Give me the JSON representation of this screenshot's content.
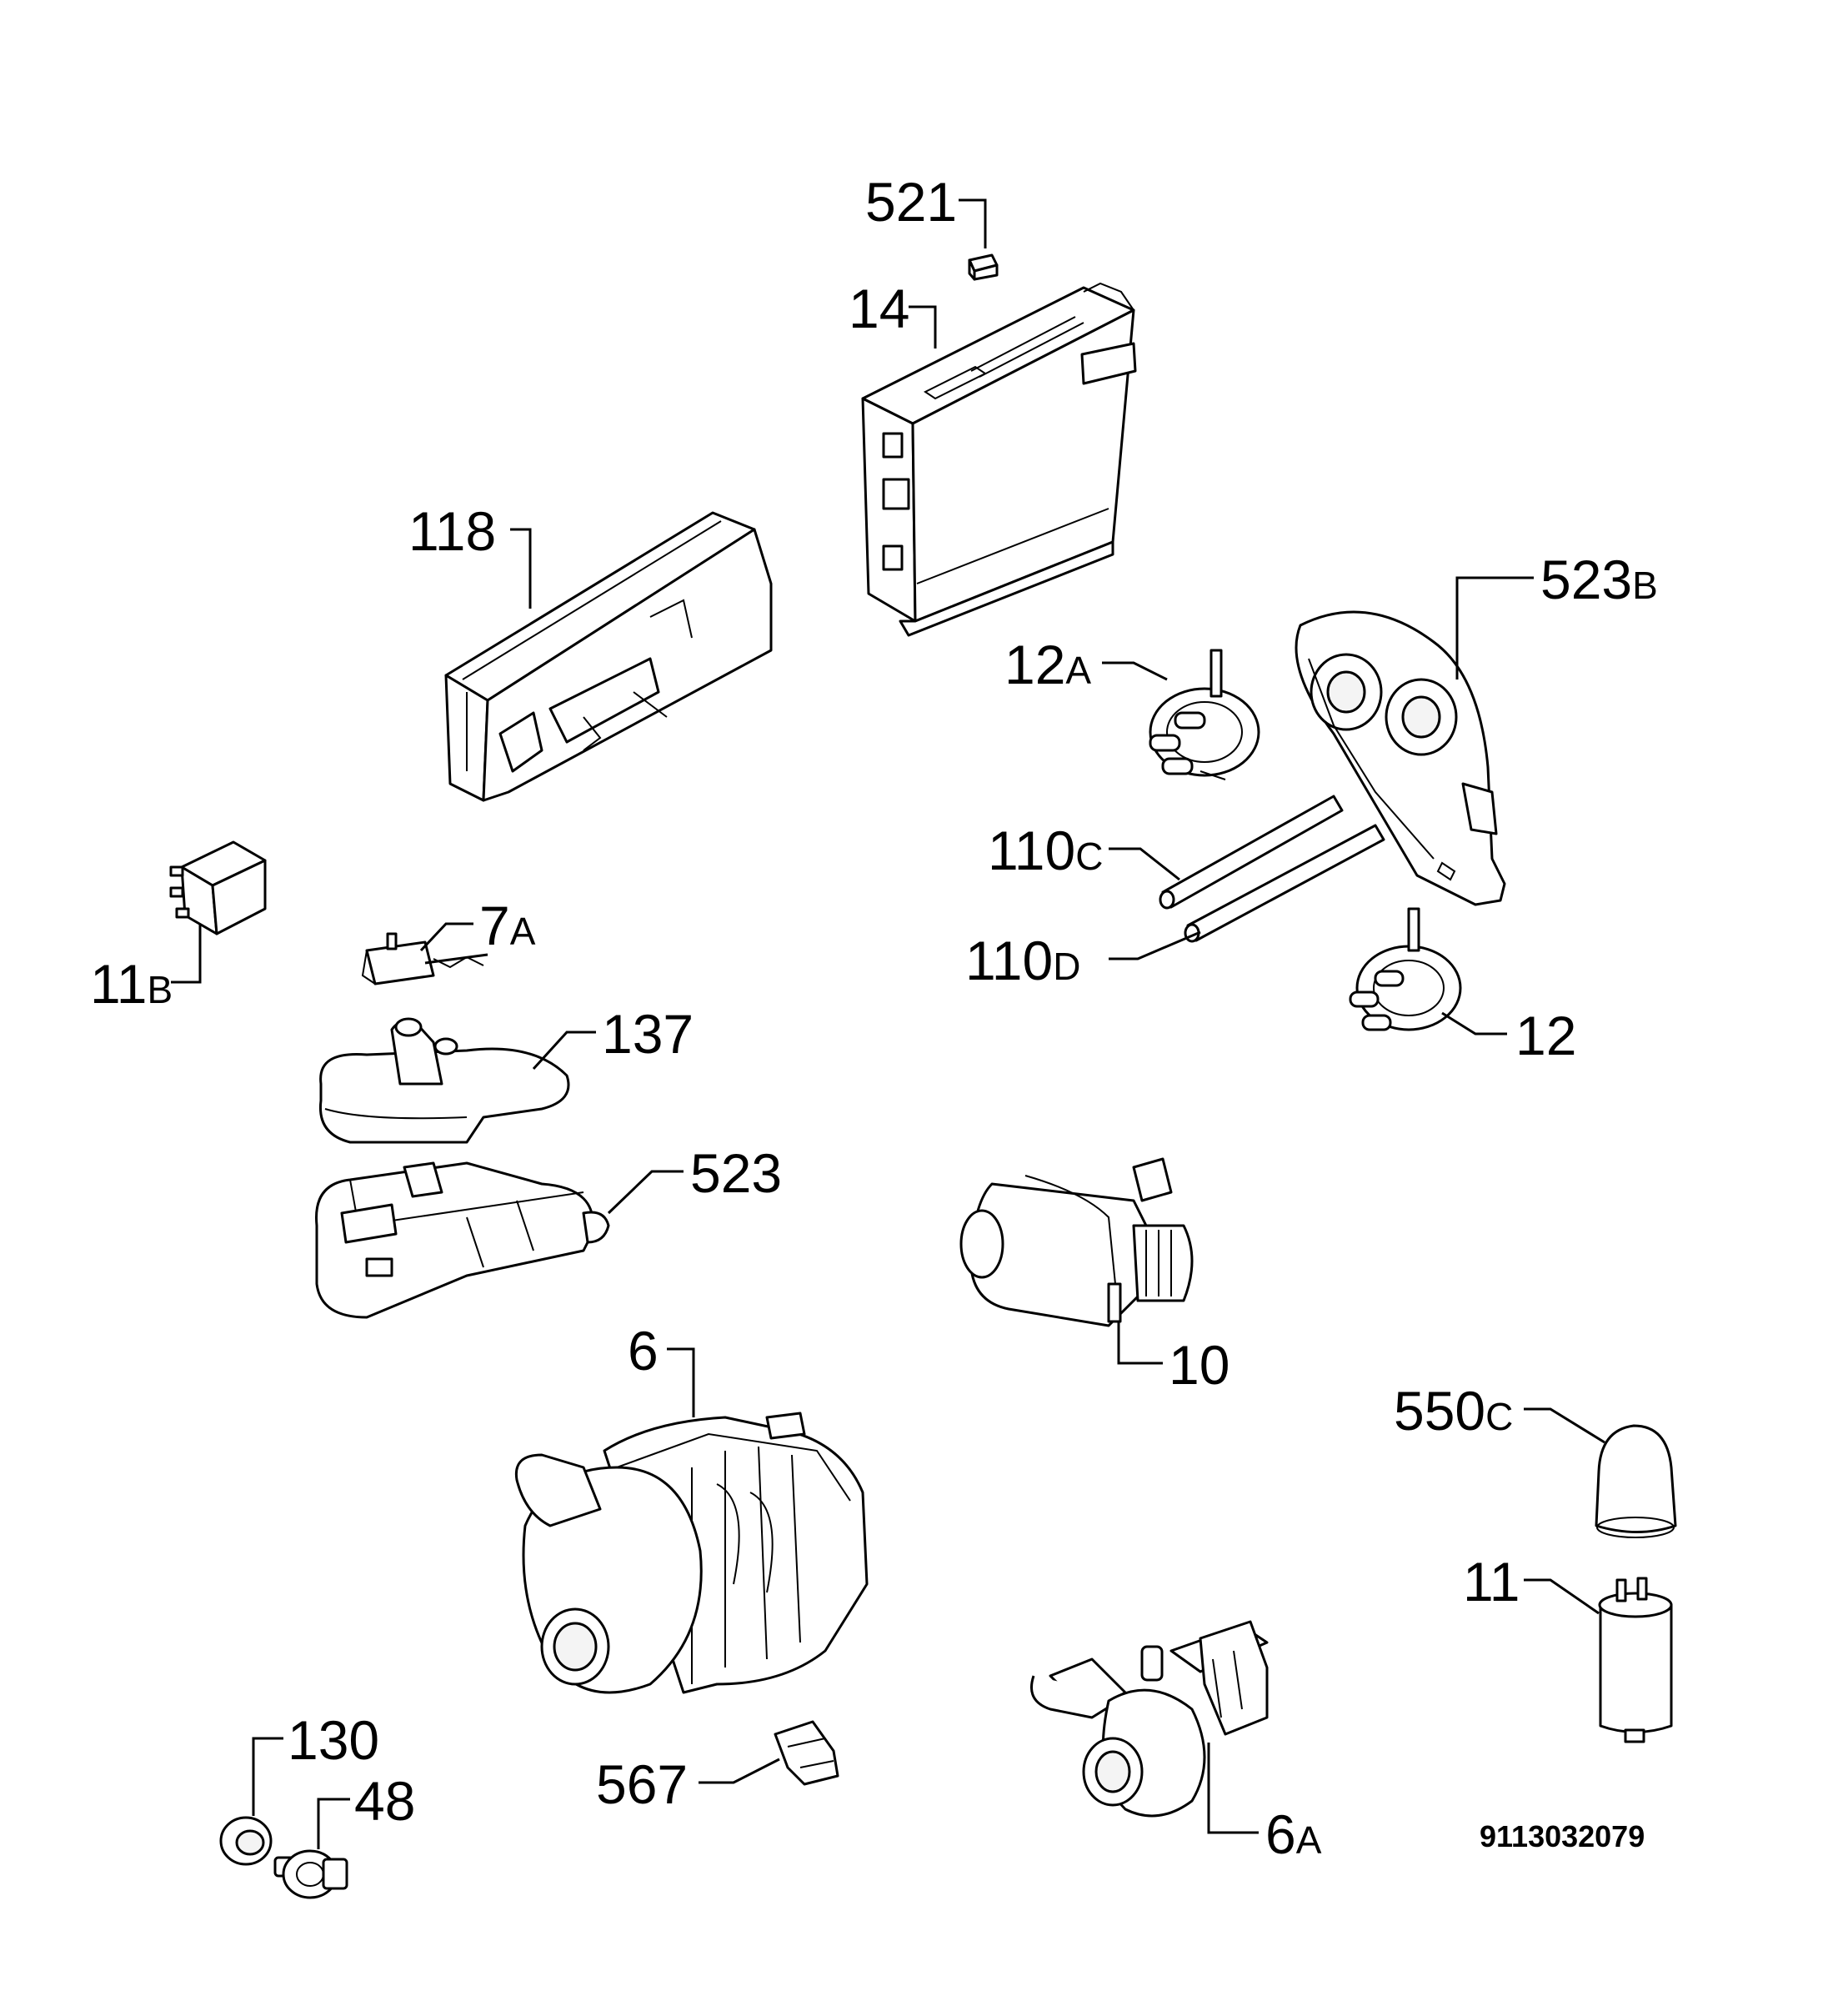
{
  "callouts": [
    {
      "id": "521",
      "num": "521",
      "suffix": ""
    },
    {
      "id": "14",
      "num": "14",
      "suffix": ""
    },
    {
      "id": "118",
      "num": "118",
      "suffix": ""
    },
    {
      "id": "523b",
      "num": "523",
      "suffix": "B"
    },
    {
      "id": "12a",
      "num": "12",
      "suffix": "A"
    },
    {
      "id": "110c",
      "num": "110",
      "suffix": "C"
    },
    {
      "id": "110d",
      "num": "110",
      "suffix": "D"
    },
    {
      "id": "12",
      "num": "12",
      "suffix": ""
    },
    {
      "id": "11b",
      "num": "11",
      "suffix": "B"
    },
    {
      "id": "7a",
      "num": "7",
      "suffix": "A"
    },
    {
      "id": "137",
      "num": "137",
      "suffix": ""
    },
    {
      "id": "523",
      "num": "523",
      "suffix": ""
    },
    {
      "id": "10",
      "num": "10",
      "suffix": ""
    },
    {
      "id": "6",
      "num": "6",
      "suffix": ""
    },
    {
      "id": "550c",
      "num": "550",
      "suffix": "C"
    },
    {
      "id": "11",
      "num": "11",
      "suffix": ""
    },
    {
      "id": "130",
      "num": "130",
      "suffix": ""
    },
    {
      "id": "48",
      "num": "48",
      "suffix": ""
    },
    {
      "id": "567",
      "num": "567",
      "suffix": ""
    },
    {
      "id": "6a",
      "num": "6",
      "suffix": "A"
    }
  ],
  "document_number": "9113032079"
}
